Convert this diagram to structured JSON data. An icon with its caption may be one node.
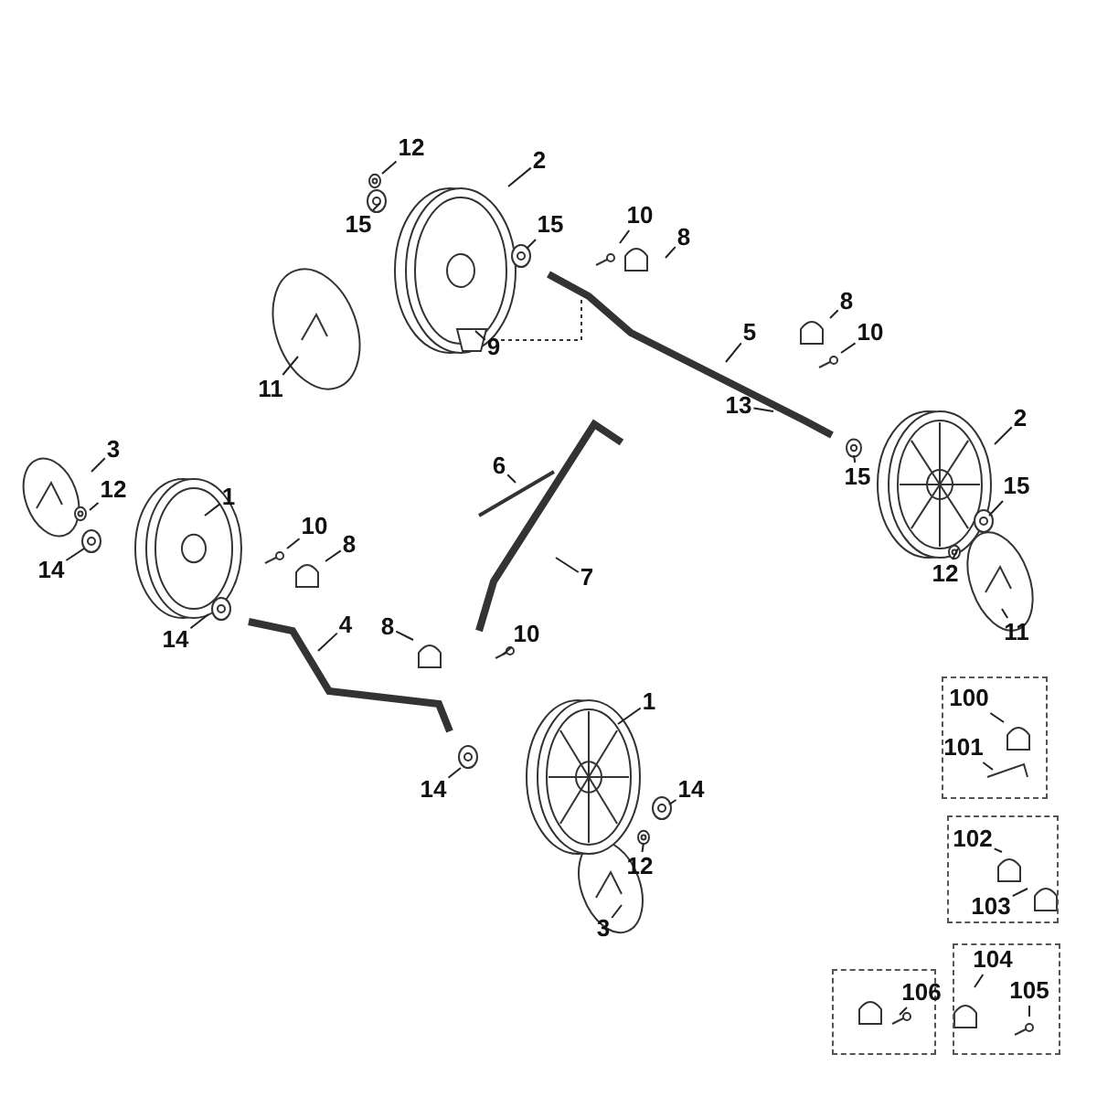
{
  "diagram": {
    "nodes": [
      {
        "text": [
          "11"
        ]
      },
      {
        "text": [
          "12"
        ]
      },
      {
        "text": [
          "15"
        ]
      },
      {
        "text": [
          "2"
        ]
      },
      {
        "text": [
          "15"
        ]
      },
      {
        "text": [
          "9"
        ]
      },
      {
        "text": [
          "10"
        ]
      },
      {
        "text": [
          "8"
        ]
      },
      {
        "text": [
          "8"
        ]
      },
      {
        "text": [
          "10"
        ]
      },
      {
        "text": [
          "5"
        ]
      },
      {
        "text": [
          "13"
        ]
      },
      {
        "text": [
          "2"
        ]
      },
      {
        "text": [
          "15"
        ]
      },
      {
        "text": [
          "15"
        ]
      },
      {
        "text": [
          "12"
        ]
      },
      {
        "text": [
          "11"
        ]
      },
      {
        "text": [
          "3"
        ]
      },
      {
        "text": [
          "12"
        ]
      },
      {
        "text": [
          "1"
        ]
      },
      {
        "text": [
          "14"
        ]
      },
      {
        "text": [
          "10"
        ]
      },
      {
        "text": [
          "8"
        ]
      },
      {
        "text": [
          "6"
        ]
      },
      {
        "text": [
          "7"
        ]
      },
      {
        "text": [
          "14"
        ]
      },
      {
        "text": [
          "4"
        ]
      },
      {
        "text": [
          "8"
        ]
      },
      {
        "text": [
          "10"
        ]
      },
      {
        "text": [
          "1"
        ]
      },
      {
        "text": [
          "14"
        ]
      },
      {
        "text": [
          "14"
        ]
      },
      {
        "text": [
          "12"
        ]
      },
      {
        "text": [
          "3"
        ]
      },
      {
        "text": [],
        "shape": "box"
      },
      {
        "text": [
          "100"
        ],
        "in": 34
      },
      {
        "text": [
          "101"
        ],
        "in": 34
      },
      {
        "text": [],
        "shape": "box"
      },
      {
        "text": [
          "102"
        ],
        "in": 37
      },
      {
        "text": [
          "103"
        ],
        "in": 37
      },
      {
        "text": [],
        "shape": "box"
      },
      {
        "text": [
          "106"
        ],
        "in": 40
      },
      {
        "text": [],
        "shape": "box"
      },
      {
        "text": [
          "104"
        ],
        "in": 42
      },
      {
        "text": [
          "105"
        ],
        "in": 42
      }
    ],
    "edges": [
      {
        "from": 0,
        "to": null,
        "arrow": "none"
      },
      {
        "from": 1,
        "to": null,
        "arrow": "none"
      },
      {
        "from": 2,
        "to": null,
        "arrow": "none"
      },
      {
        "from": 3,
        "to": null,
        "arrow": "none"
      },
      {
        "from": 4,
        "to": null,
        "arrow": "none"
      },
      {
        "from": 5,
        "to": null,
        "arrow": "none"
      },
      {
        "from": 6,
        "to": null,
        "arrow": "none"
      },
      {
        "from": 7,
        "to": null,
        "arrow": "none"
      },
      {
        "from": 8,
        "to": null,
        "arrow": "none"
      },
      {
        "from": 9,
        "to": null,
        "arrow": "none"
      },
      {
        "from": 10,
        "to": null,
        "arrow": "none"
      },
      {
        "from": 11,
        "to": null,
        "arrow": "none"
      },
      {
        "from": 12,
        "to": null,
        "arrow": "none"
      },
      {
        "from": 13,
        "to": null,
        "arrow": "none"
      },
      {
        "from": 14,
        "to": null,
        "arrow": "none"
      },
      {
        "from": 15,
        "to": null,
        "arrow": "none"
      },
      {
        "from": 16,
        "to": null,
        "arrow": "none"
      },
      {
        "from": 17,
        "to": null,
        "arrow": "none"
      },
      {
        "from": 18,
        "to": null,
        "arrow": "none"
      },
      {
        "from": 19,
        "to": null,
        "arrow": "none"
      },
      {
        "from": 20,
        "to": null,
        "arrow": "none"
      },
      {
        "from": 21,
        "to": null,
        "arrow": "none"
      },
      {
        "from": 22,
        "to": null,
        "arrow": "none"
      },
      {
        "from": 23,
        "to": null,
        "arrow": "none"
      },
      {
        "from": 24,
        "to": null,
        "arrow": "none"
      },
      {
        "from": 25,
        "to": null,
        "arrow": "none"
      },
      {
        "from": 26,
        "to": null,
        "arrow": "none"
      },
      {
        "from": 27,
        "to": null,
        "arrow": "none"
      },
      {
        "from": 28,
        "to": null,
        "arrow": "none"
      },
      {
        "from": 29,
        "to": null,
        "arrow": "none"
      },
      {
        "from": 30,
        "to": null,
        "arrow": "none"
      },
      {
        "from": 31,
        "to": null,
        "arrow": "none"
      },
      {
        "from": 32,
        "to": null,
        "arrow": "none"
      },
      {
        "from": 33,
        "to": null,
        "arrow": "none"
      },
      {
        "from": 35,
        "to": null,
        "arrow": "none"
      },
      {
        "from": 36,
        "to": null,
        "arrow": "none"
      },
      {
        "from": 38,
        "to": null,
        "arrow": "none"
      },
      {
        "from": 39,
        "to": null,
        "arrow": "none"
      },
      {
        "from": 41,
        "to": null,
        "arrow": "none"
      },
      {
        "from": 43,
        "to": null,
        "arrow": "none"
      },
      {
        "from": 44,
        "to": null,
        "arrow": "none"
      }
    ]
  }
}
